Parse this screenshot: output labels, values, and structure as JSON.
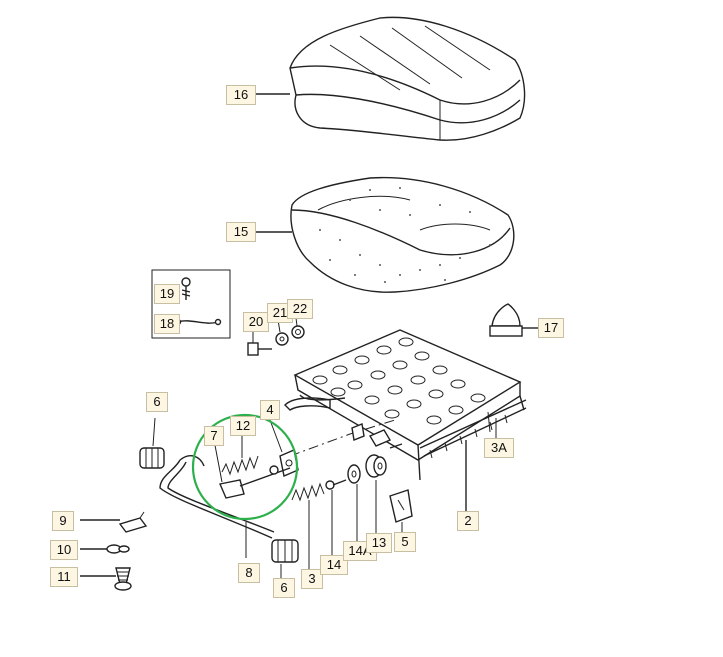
{
  "highlight_color": "#2db04b",
  "callouts": [
    {
      "id": "16",
      "text": "16"
    },
    {
      "id": "15",
      "text": "15"
    },
    {
      "id": "19",
      "text": "19"
    },
    {
      "id": "18",
      "text": "18"
    },
    {
      "id": "20",
      "text": "20"
    },
    {
      "id": "21",
      "text": "21"
    },
    {
      "id": "22",
      "text": "22"
    },
    {
      "id": "17",
      "text": "17"
    },
    {
      "id": "6a",
      "text": "6"
    },
    {
      "id": "12",
      "text": "12"
    },
    {
      "id": "7",
      "text": "7"
    },
    {
      "id": "4",
      "text": "4"
    },
    {
      "id": "3A",
      "text": "3A"
    },
    {
      "id": "9",
      "text": "9"
    },
    {
      "id": "10",
      "text": "10"
    },
    {
      "id": "11",
      "text": "11"
    },
    {
      "id": "8",
      "text": "8"
    },
    {
      "id": "6b",
      "text": "6"
    },
    {
      "id": "3",
      "text": "3"
    },
    {
      "id": "14",
      "text": "14"
    },
    {
      "id": "14A",
      "text": "14A"
    },
    {
      "id": "13",
      "text": "13"
    },
    {
      "id": "5",
      "text": "5"
    },
    {
      "id": "2",
      "text": "2"
    }
  ]
}
